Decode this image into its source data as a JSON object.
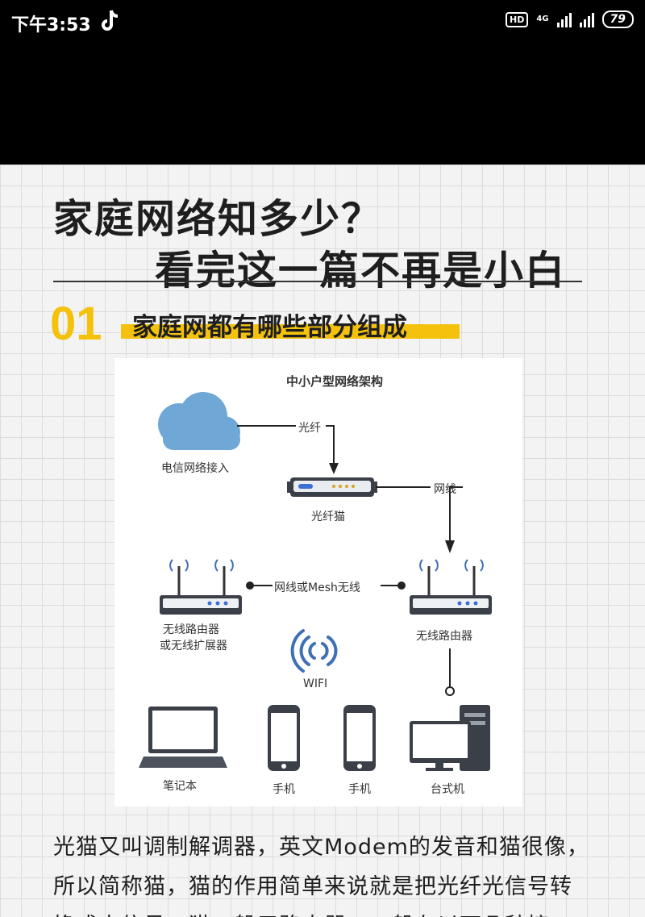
{
  "status_bar": {
    "time": "下午3:53",
    "hd": "HD",
    "network": "4G",
    "battery": "79"
  },
  "article": {
    "title_line1": "家庭网络知多少？",
    "title_line2_main": "看完这一篇不再是",
    "title_line2_highlight": "小白",
    "section_number": "01",
    "section_title": "家庭网都有哪些部分组成",
    "paragraph_line1": "光猫又叫调制解调器，英文Modem的发音和猫很像，",
    "paragraph_line2": "所以简称猫，猫的作用简单来说就是把光纤光信号转",
    "paragraph_line3": "换成电信号，猫一般用路由器，一般有以下几种接口"
  },
  "diagram": {
    "title": "中小户型网络架构",
    "cloud_label": "电信网络接入",
    "link_fiber": "光纤",
    "modem_label": "光纤猫",
    "link_cable": "网线",
    "link_mesh": "网线或Mesh无线",
    "router_left_label1": "无线路由器",
    "router_left_label2": "或无线扩展器",
    "router_right_label": "无线路由器",
    "wifi_label": "WIFI",
    "laptop_label": "笔记本",
    "phone1_label": "手机",
    "phone2_label": "手机",
    "desktop_label": "台式机"
  },
  "colors": {
    "accent": "#f4c20d",
    "cloud": "#6fa8d6",
    "wifi": "#3f6fb5"
  }
}
